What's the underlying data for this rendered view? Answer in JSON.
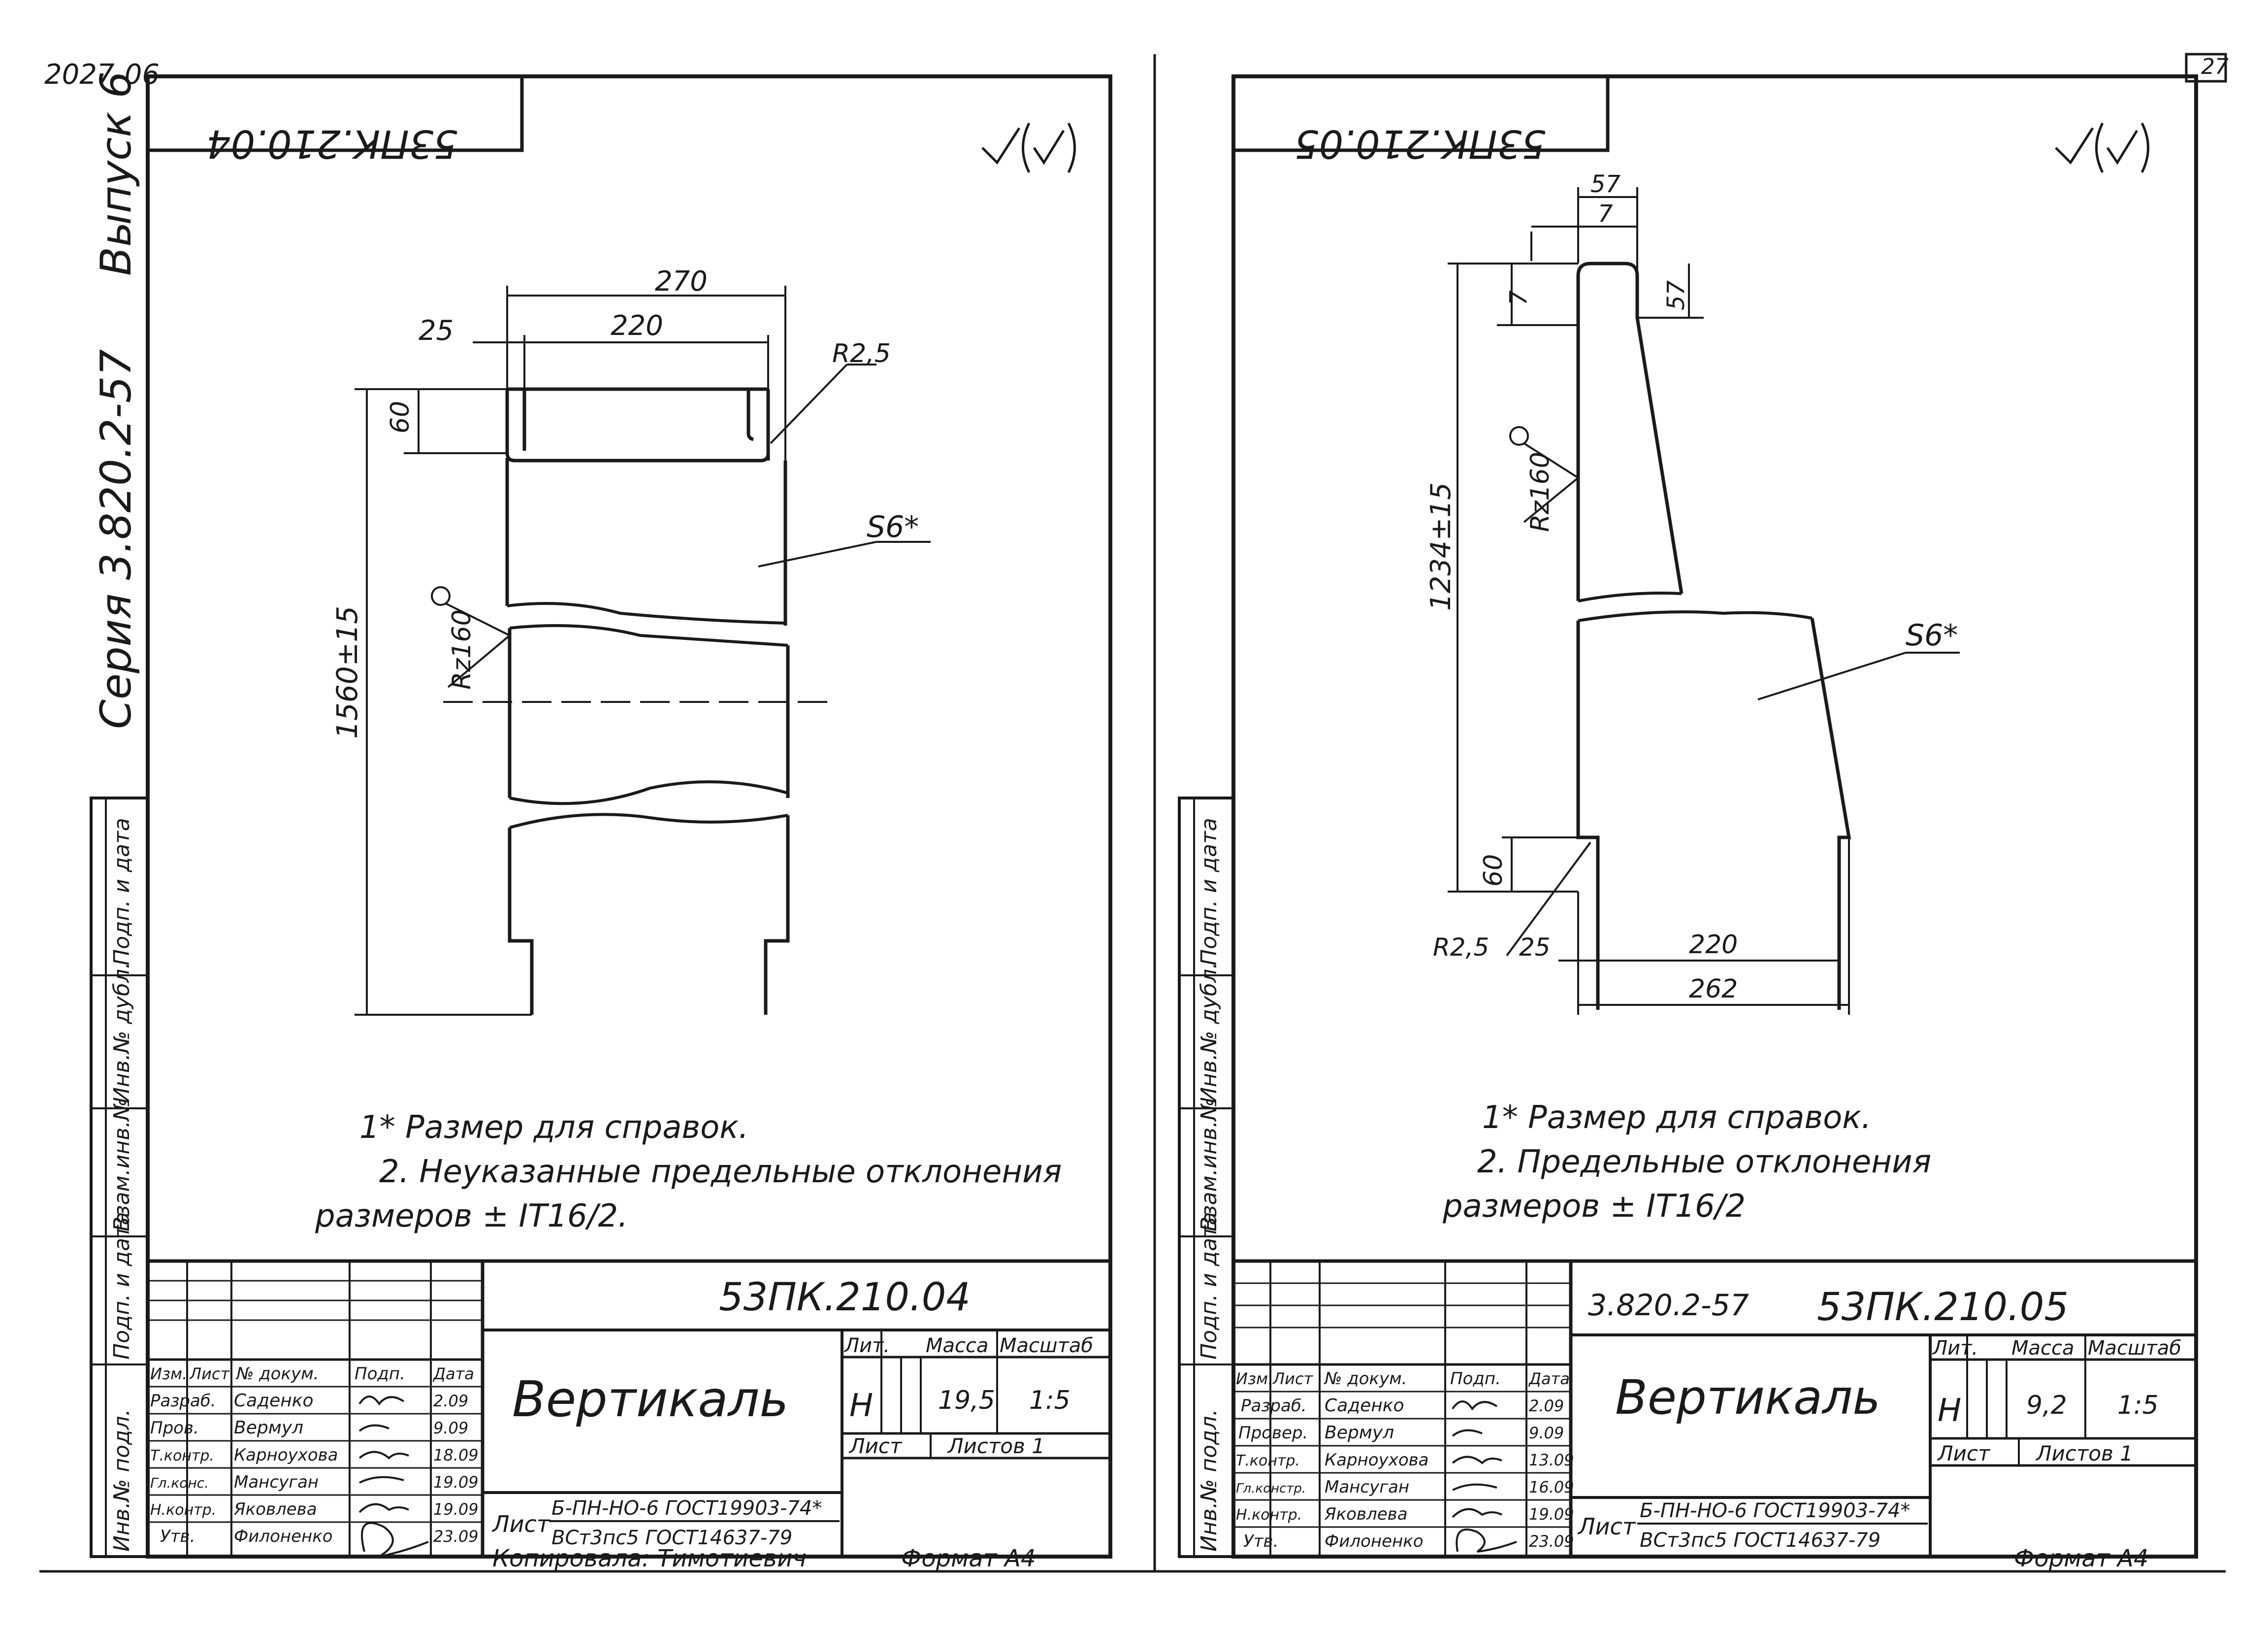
{
  "page_corner": {
    "top_left": "2027-06",
    "sheet_number": "27"
  },
  "side": {
    "series": "Серия 3.820.2-57",
    "issue": "Выпуск 6"
  },
  "margin_labels": [
    "Инв.№ подл.",
    "Подп. и дата",
    "Взам.инв.№",
    "Инв.№ дубл.",
    "Подп. и дата"
  ],
  "left": {
    "stamp_code": "53ПК.210.04",
    "roughness": "√(√)",
    "dims": {
      "overall_width": "270",
      "inner_width": "220",
      "offset": "25",
      "top_notch": "60",
      "radius": "R2,5",
      "length": "1560±15",
      "thickness": "S6*",
      "roughness_local": "Rz160"
    },
    "notes": [
      "1* Размер для справок.",
      "2. Неуказанные предельные отклонения",
      "размеров  ± IT16/2."
    ],
    "title_block": {
      "code": "53ПК.210.04",
      "name": "Вертикаль",
      "col_headers": [
        "Изм.",
        "Лист",
        "№ докум.",
        "Подп.",
        "Дата"
      ],
      "rows": [
        [
          "Разраб.",
          "Саденко",
          "2.09"
        ],
        [
          "Пров.",
          "Вермул",
          "9.09"
        ],
        [
          "Т.контр.",
          "Карноухова",
          "18.09"
        ],
        [
          "Гл.конс.",
          "Мансуган",
          "19.09"
        ],
        [
          "Н.контр.",
          "Яковлева",
          "19.09"
        ],
        [
          "Утв.",
          "Филоненко",
          "23.09"
        ]
      ],
      "lit_header": "Лит.",
      "mass_header": "Масса",
      "scale_header": "Масштаб",
      "lit": "Н",
      "mass": "19,5",
      "scale": "1:5",
      "sheet": "Лист",
      "sheets": "Листов 1",
      "material_top": "Б-ПН-НО-6 ГОСТ19903-74*",
      "material_bottom": "ВСт3пс5 ГОСТ14637-79",
      "material_prefix": "Лист"
    },
    "footer": {
      "copied": "Копировала: Тимотиевич",
      "format": "Формат А4"
    }
  },
  "right": {
    "stamp_code": "53ПК.210.05",
    "roughness": "√(√)",
    "dims": {
      "top_width": "57",
      "top_chamfer": "7",
      "side_chamfer": "7",
      "side_height": "57",
      "length": "1234±15",
      "roughness_local": "Rz160",
      "thickness": "S6*",
      "bottom_notch": "60",
      "radius": "R2,5",
      "offset": "25",
      "inner_width": "220",
      "overall_width": "262"
    },
    "notes": [
      "1* Размер для справок.",
      "2. Предельные отклонения",
      "размеров  ± IT16/2"
    ],
    "title_block": {
      "series": "3.820.2-57",
      "code": "53ПК.210.05",
      "name": "Вертикаль",
      "col_headers": [
        "Изм.",
        "Лист",
        "№ докум.",
        "Подп.",
        "Дата"
      ],
      "rows": [
        [
          "Разраб.",
          "Саденко",
          "2.09"
        ],
        [
          "Провер.",
          "Вермул",
          "9.09"
        ],
        [
          "Т.контр.",
          "Карноухова",
          "13.09"
        ],
        [
          "Гл.констр.",
          "Мансуган",
          "16.09"
        ],
        [
          "Н.контр.",
          "Яковлева",
          "19.09"
        ],
        [
          "Утв.",
          "Филоненко",
          "23.09"
        ]
      ],
      "lit_header": "Лит.",
      "mass_header": "Масса",
      "scale_header": "Масштаб",
      "lit": "Н",
      "mass": "9,2",
      "scale": "1:5",
      "sheet": "Лист",
      "sheets": "Листов 1",
      "material_top": "Б-ПН-НО-6 ГОСТ19903-74*",
      "material_bottom": "ВСт3пс5 ГОСТ14637-79",
      "material_prefix": "Лист"
    },
    "footer": {
      "format": "Формат А4"
    }
  }
}
